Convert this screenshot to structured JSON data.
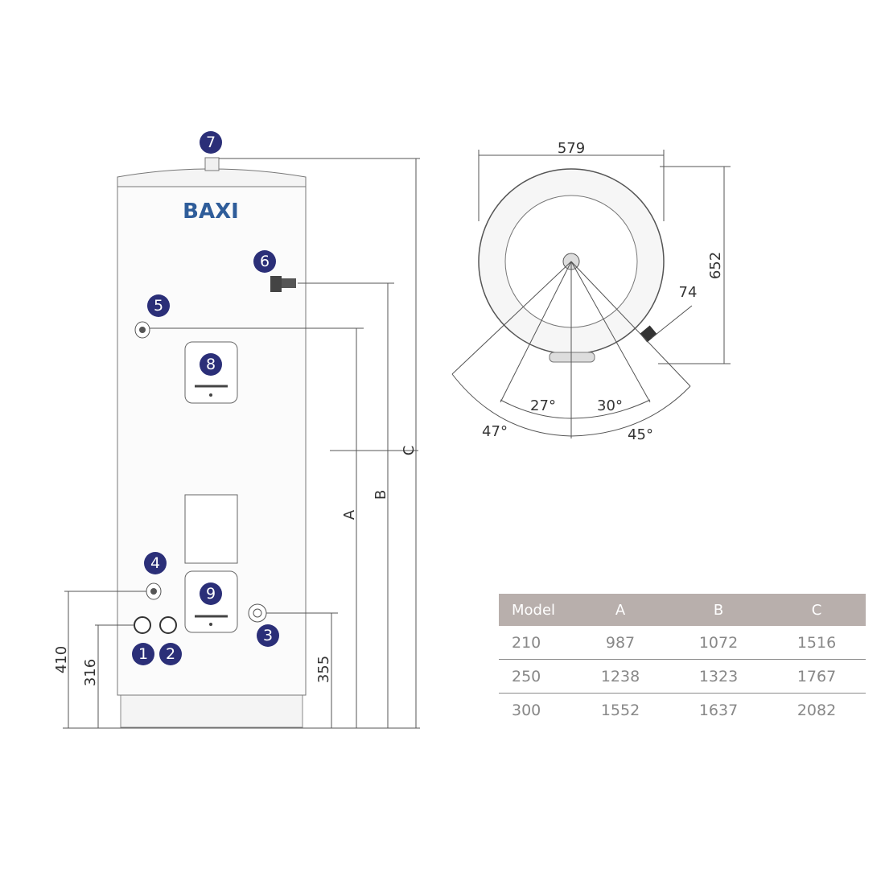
{
  "brand": "BAXI",
  "badges": [
    "1",
    "2",
    "3",
    "4",
    "5",
    "6",
    "7",
    "8",
    "9"
  ],
  "side_dims": {
    "d410": "410",
    "d316": "316",
    "d355": "355",
    "A": "A",
    "B": "B",
    "C": "C"
  },
  "top_dims": {
    "width": "579",
    "depth": "652",
    "offset": "74",
    "a27": "27°",
    "a30": "30°",
    "a47": "47°",
    "a45": "45°"
  },
  "colors": {
    "badge": "#2b2f78",
    "brand": "#2f5d9a",
    "table_header": "#b8afac"
  },
  "table": {
    "headers": [
      "Model",
      "A",
      "B",
      "C"
    ],
    "rows": [
      [
        "210",
        "987",
        "1072",
        "1516"
      ],
      [
        "250",
        "1238",
        "1323",
        "1767"
      ],
      [
        "300",
        "1552",
        "1637",
        "2082"
      ]
    ]
  }
}
